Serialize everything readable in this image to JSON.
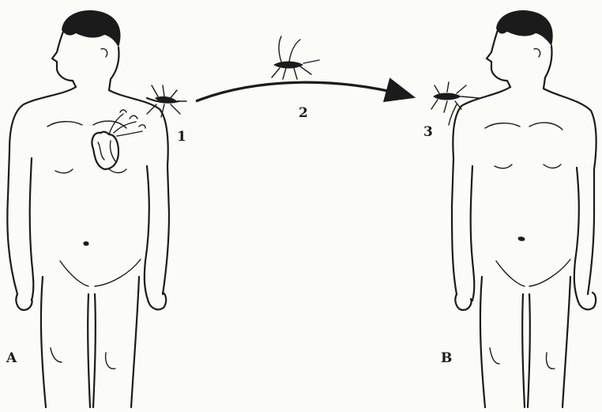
{
  "labels": {
    "person_a": "A",
    "person_b": "B",
    "step_1": "1",
    "step_2": "2",
    "step_3": "3"
  },
  "icons": {
    "mosquito": "mosquito-icon",
    "heart_with_worms": "heart-icon"
  },
  "colors": {
    "ink": "#1b1b1b",
    "paper": "#fbfbf8"
  }
}
